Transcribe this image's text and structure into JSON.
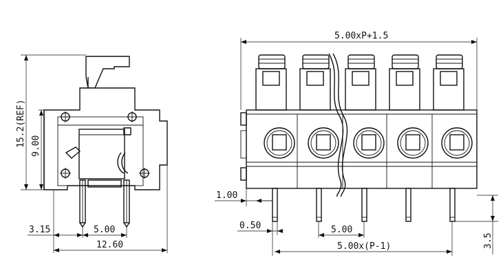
{
  "dimensions": {
    "height_ref": "15.2(REF)",
    "height_9": "9.00",
    "offset_315": "3.15",
    "pitch_left": "5.00",
    "width_total": "12.60",
    "top_width": "5.00xP+1.5",
    "pin_offset": "1.00",
    "pin_width": "0.50",
    "pitch_right": "5.00",
    "span": "5.00x(P-1)",
    "pin_length": "3.5"
  }
}
